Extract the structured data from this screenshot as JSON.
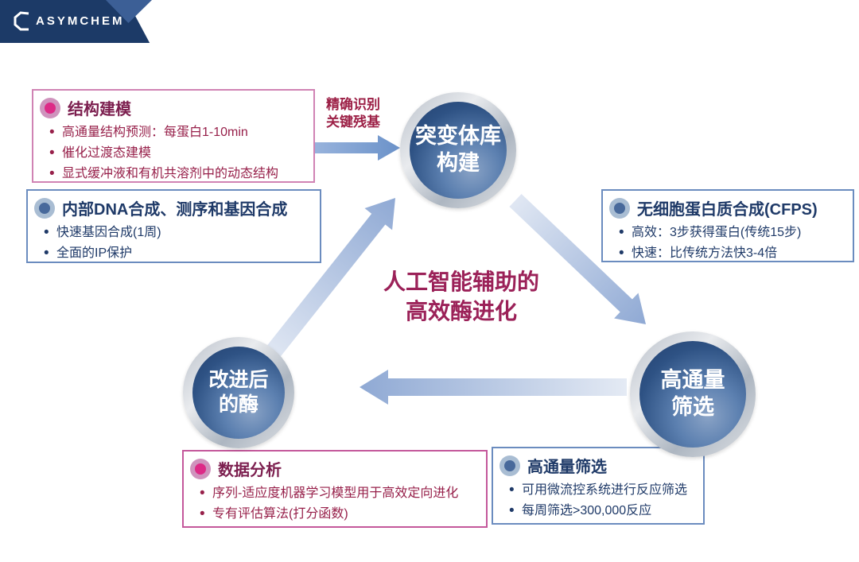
{
  "logo": {
    "brand": "ASYMCHEM"
  },
  "arrow_label": {
    "line1": "精确识别",
    "line2": "关键残基"
  },
  "center_title": {
    "line1": "人工智能辅助的",
    "line2": "高效酶进化"
  },
  "nodes": {
    "mutant_library": {
      "line1": "突变体库",
      "line2": "构建"
    },
    "improved_enzyme": {
      "line1": "改进后",
      "line2": "的酶"
    },
    "screening": {
      "line1": "高通量",
      "line2": "筛选"
    }
  },
  "boxes": {
    "structure_modeling": {
      "title": "结构建模",
      "bullets": [
        "高通量结构预测：每蛋白1-10min",
        "催化过渡态建模",
        "显式缓冲液和有机共溶剂中的动态结构"
      ]
    },
    "dna_synthesis": {
      "title": "内部DNA合成、测序和基因合成",
      "bullets": [
        "快速基因合成(1周)",
        "全面的IP保护"
      ]
    },
    "cfps": {
      "title": "无细胞蛋白质合成(CFPS)",
      "bullets": [
        "高效：3步获得蛋白(传统15步)",
        "快速：比传统方法快3-4倍"
      ]
    },
    "data_analysis": {
      "title": "数据分析",
      "bullets": [
        "序列-适应度机器学习模型用于高效定向进化",
        "专有评估算法(打分函数)"
      ]
    },
    "screening_box": {
      "title": "高通量筛选",
      "bullets": [
        "可用微流控系统进行反应筛选",
        "每周筛选>300,000反应"
      ]
    }
  },
  "colors": {
    "banner_navy": "#1c3a67",
    "banner_triangle_blue": "#3c5f96",
    "pink_border": "#d083b4",
    "magenta_border": "#c4589b",
    "blue_border": "#6b8cbf",
    "maroon_text": "#8e1c4a",
    "navy_text": "#1f3a68",
    "node_navy": "#2e5284",
    "arrow_blue": "#8fa9d4",
    "icon_magenta": "#dd2a87",
    "icon_steel_blue": "#48699b"
  }
}
